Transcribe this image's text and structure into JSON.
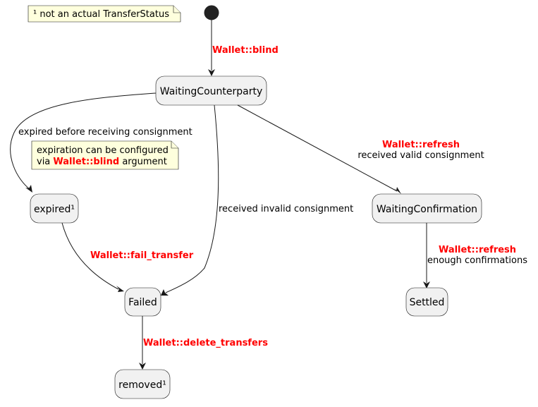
{
  "notes": {
    "footnote": "¹ not an actual TransferStatus",
    "expiration_line1": "expiration can be configured",
    "expiration_line2_prefix": "via ",
    "expiration_line2_red": "Wallet::blind",
    "expiration_line2_suffix": " argument"
  },
  "states": {
    "waiting_counterparty": "WaitingCounterparty",
    "expired": "expired¹",
    "failed": "Failed",
    "removed": "removed¹",
    "waiting_confirmation": "WaitingConfirmation",
    "settled": "Settled"
  },
  "transitions": {
    "start_to_wc": {
      "method": "Wallet::blind"
    },
    "wc_to_expired": {
      "event": "expired before receiving consignment"
    },
    "wc_to_failed": {
      "event": "received invalid consignment"
    },
    "wc_to_wconf": {
      "method": "Wallet::refresh",
      "event": "received valid consignment"
    },
    "expired_to_failed": {
      "method": "Wallet::fail_transfer"
    },
    "failed_to_removed": {
      "method": "Wallet::delete_transfers"
    },
    "wconf_to_settled": {
      "method": "Wallet::refresh",
      "event": "enough confirmations"
    }
  }
}
